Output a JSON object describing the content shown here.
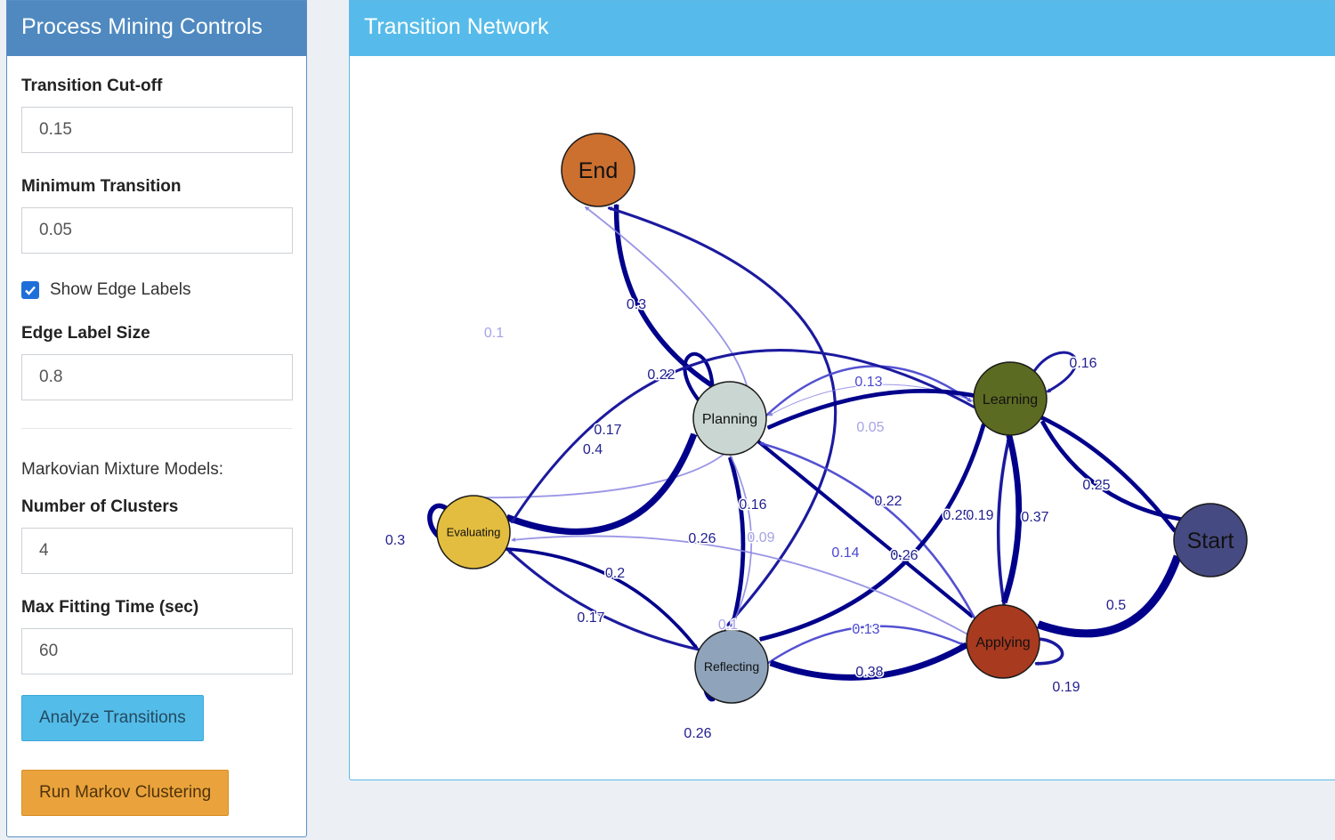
{
  "controls": {
    "title": "Process Mining Controls",
    "cutoff_label": "Transition Cut-off",
    "cutoff_value": "0.15",
    "min_transition_label": "Minimum Transition",
    "min_transition_value": "0.05",
    "show_edge_labels_label": "Show Edge Labels",
    "show_edge_labels_checked": true,
    "edge_label_size_label": "Edge Label Size",
    "edge_label_size_value": "0.8",
    "mixture_heading": "Markovian Mixture Models:",
    "clusters_label": "Number of Clusters",
    "clusters_value": "4",
    "max_time_label": "Max Fitting Time (sec)",
    "max_time_value": "60",
    "analyze_button": "Analyze Transitions",
    "markov_button": "Run Markov Clustering"
  },
  "network": {
    "title": "Transition Network",
    "nodes": [
      {
        "id": "End",
        "label": "End",
        "color": "#cc7030"
      },
      {
        "id": "Planning",
        "label": "Planning",
        "color": "#c9d6d1"
      },
      {
        "id": "Learning",
        "label": "Learning",
        "color": "#5c6b22"
      },
      {
        "id": "Evaluating",
        "label": "Evaluating",
        "color": "#e3bd3f"
      },
      {
        "id": "Start",
        "label": "Start",
        "color": "#464a82"
      },
      {
        "id": "Applying",
        "label": "Applying",
        "color": "#a83a1f"
      },
      {
        "id": "Reflecting",
        "label": "Reflecting",
        "color": "#8fa4bb"
      }
    ],
    "edges": [
      {
        "from": "Planning",
        "to": "End",
        "label": "0.3"
      },
      {
        "from": "Evaluating",
        "to": "End",
        "label": "0.1"
      },
      {
        "from": "Reflecting",
        "to": "End",
        "label": "0.17"
      },
      {
        "from": "Planning",
        "to": "Planning",
        "label": "0.22"
      },
      {
        "from": "Planning",
        "to": "Learning",
        "label": "0.13"
      },
      {
        "from": "Learning",
        "to": "Planning",
        "label": "0.05"
      },
      {
        "from": "Learning",
        "to": "Learning",
        "label": "0.16"
      },
      {
        "from": "Evaluating",
        "to": "Planning",
        "label": "0.4"
      },
      {
        "from": "Learning",
        "to": "Evaluating",
        "label": "0.16"
      },
      {
        "from": "Evaluating",
        "to": "Evaluating",
        "label": "0.3"
      },
      {
        "from": "Planning",
        "to": "Applying",
        "label": "0.22"
      },
      {
        "from": "Start",
        "to": "Planning",
        "label": "0.25"
      },
      {
        "from": "Start",
        "to": "Learning",
        "label": "0.25"
      },
      {
        "from": "Applying",
        "to": "Learning",
        "label": "0.19"
      },
      {
        "from": "Learning",
        "to": "Applying",
        "label": "0.37"
      },
      {
        "from": "Start",
        "to": "Applying",
        "label": "0.5"
      },
      {
        "from": "Reflecting",
        "to": "Planning",
        "label": "0.26"
      },
      {
        "from": "Planning",
        "to": "Reflecting",
        "label": "0.09"
      },
      {
        "from": "Applying",
        "to": "Planning",
        "label": "0.14"
      },
      {
        "from": "Learning",
        "to": "Reflecting",
        "label": "0.26"
      },
      {
        "from": "Evaluating",
        "to": "Reflecting",
        "label": "0.2"
      },
      {
        "from": "Reflecting",
        "to": "Evaluating",
        "label": "0.17"
      },
      {
        "from": "Applying",
        "to": "Evaluating",
        "label": "0.1"
      },
      {
        "from": "Reflecting",
        "to": "Applying",
        "label": "0.13"
      },
      {
        "from": "Applying",
        "to": "Reflecting",
        "label": "0.38"
      },
      {
        "from": "Applying",
        "to": "Applying",
        "label": "0.19"
      },
      {
        "from": "Reflecting",
        "to": "Reflecting",
        "label": "0.26"
      }
    ]
  }
}
